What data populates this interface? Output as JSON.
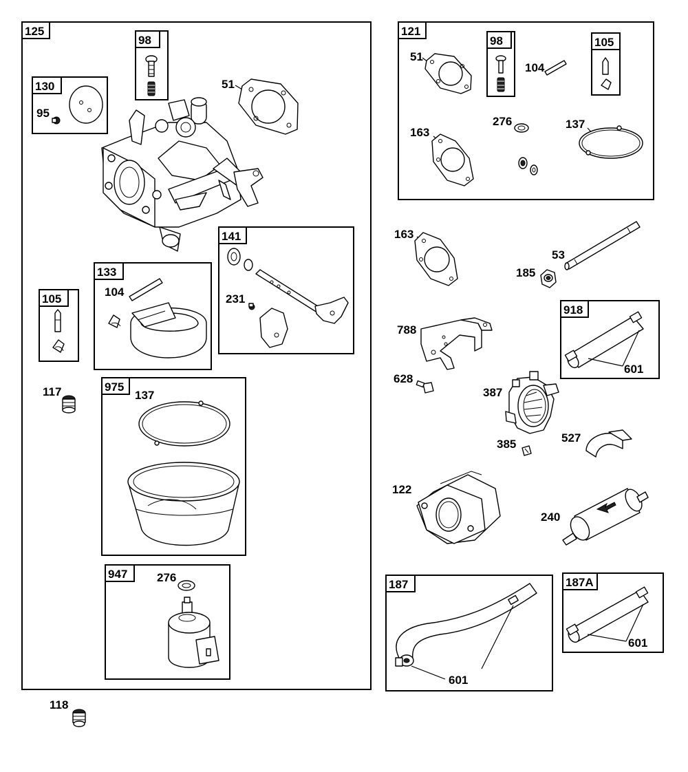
{
  "kits": {
    "k125": "125",
    "k98a": "98",
    "k130": "130",
    "k141": "141",
    "k133": "133",
    "k105a": "105",
    "k975": "975",
    "k947": "947",
    "k121": "121",
    "k98b": "98",
    "k105b": "105",
    "k918": "918",
    "k187": "187",
    "k187a": "187A"
  },
  "parts": {
    "p51a": "51",
    "p95": "95",
    "p104a": "104",
    "p231": "231",
    "p117": "117",
    "p137a": "137",
    "p276a": "276",
    "p118": "118",
    "p51b": "51",
    "p104b": "104",
    "p163a": "163",
    "p276b": "276",
    "p137b": "137",
    "p163b": "163",
    "p53": "53",
    "p185": "185",
    "p788": "788",
    "p601a": "601",
    "p628": "628",
    "p387": "387",
    "p385": "385",
    "p527": "527",
    "p122": "122",
    "p240": "240",
    "p601b": "601",
    "p601c": "601"
  }
}
